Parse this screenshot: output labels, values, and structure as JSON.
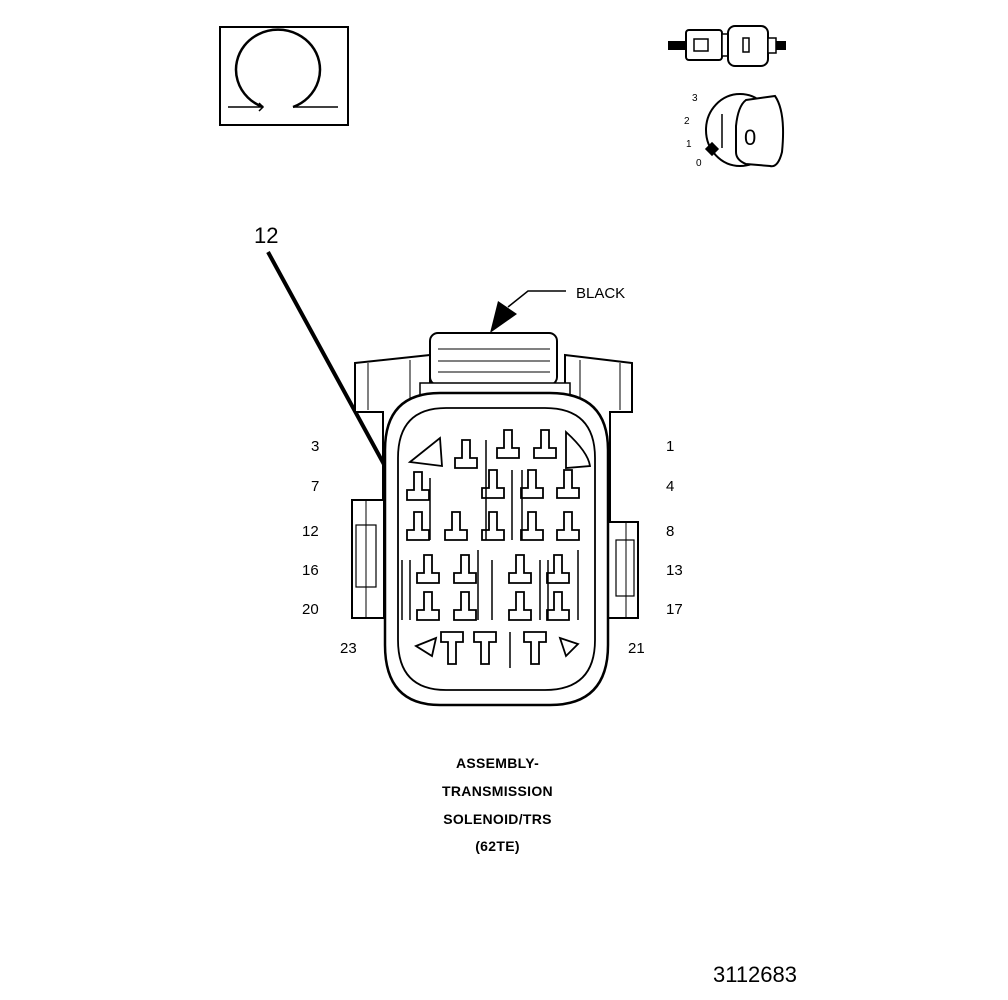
{
  "header": {
    "meter_function": "ohm-symbol-icon",
    "key_positions": [
      "3",
      "2",
      "1",
      "0"
    ],
    "key_current": "0"
  },
  "callout": {
    "number": "12"
  },
  "connector": {
    "color_label": "BLACK",
    "pin_labels_left": [
      "3",
      "7",
      "12",
      "16",
      "20",
      "23"
    ],
    "pin_labels_right": [
      "1",
      "4",
      "8",
      "13",
      "17",
      "21"
    ]
  },
  "title": {
    "lines": [
      "ASSEMBLY-",
      "TRANSMISSION",
      "SOLENOID/TRS",
      "(62TE)"
    ]
  },
  "figure_id": "3112683"
}
